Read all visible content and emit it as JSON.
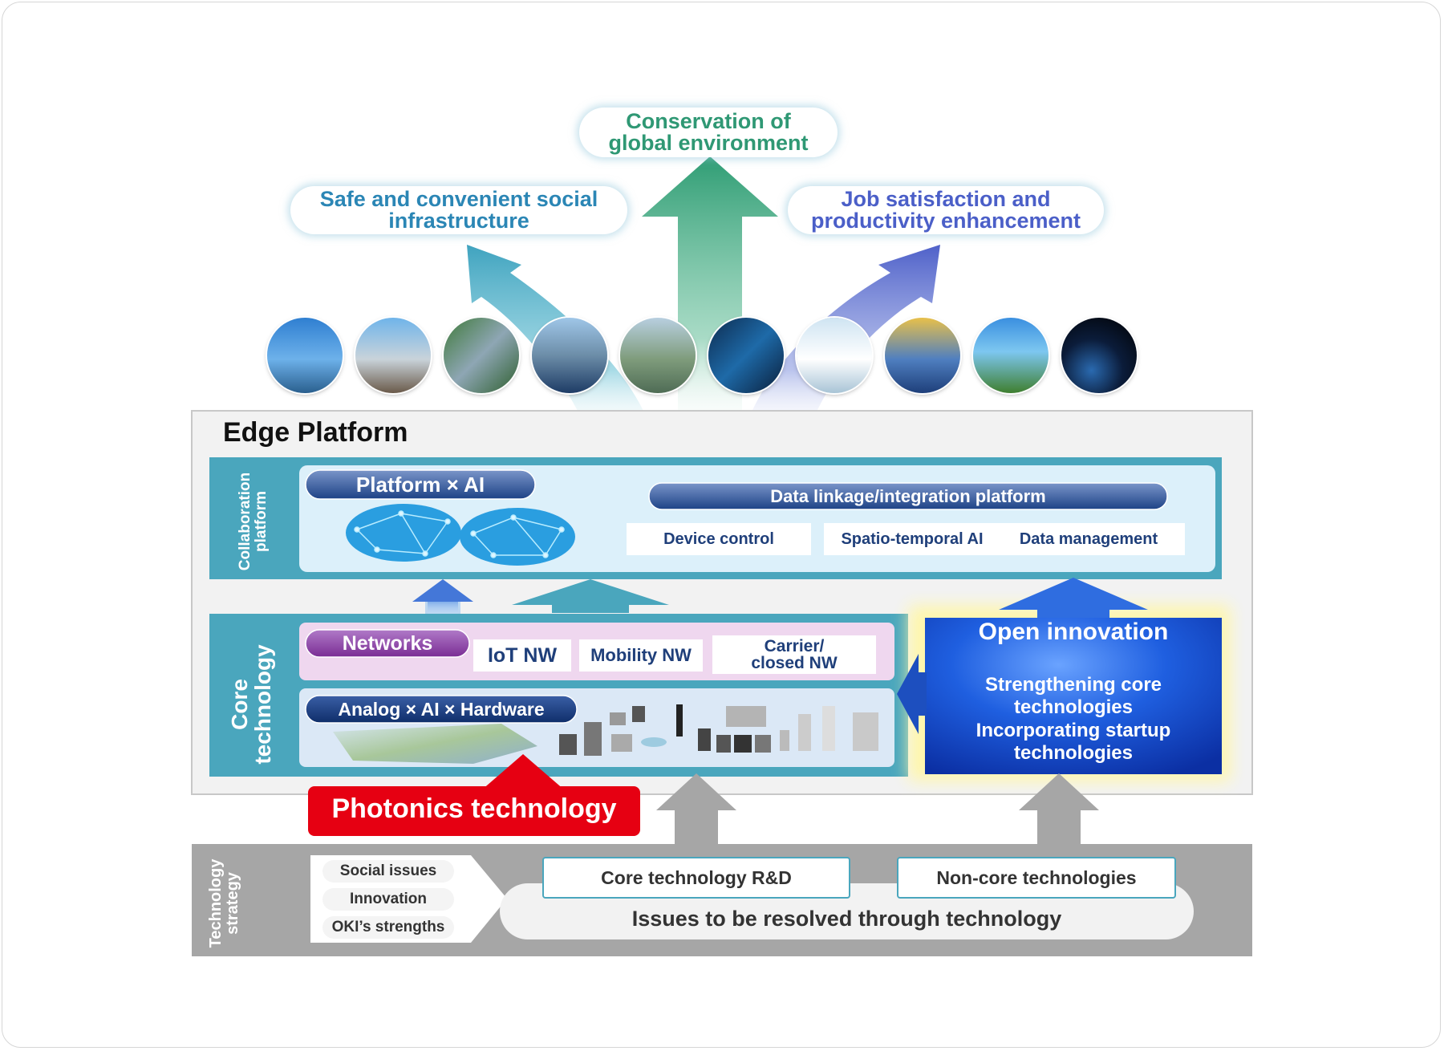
{
  "goals": {
    "left": [
      "Safe and convenient social",
      "infrastructure"
    ],
    "center": [
      "Conservation of",
      "global environment"
    ],
    "right": [
      "Job satisfaction and",
      "productivity enhancement"
    ]
  },
  "edge_platform": {
    "title": "Edge Platform"
  },
  "collaboration": {
    "side_label": [
      "Collaboration",
      "platform"
    ],
    "platform_ai": "Platform × AI",
    "data_linkage": "Data linkage/integration platform",
    "modules": [
      "Device control",
      "Spatio-temporal AI",
      "Data management"
    ]
  },
  "core": {
    "side_label": [
      "Core",
      "technology"
    ],
    "networks": "Networks",
    "nw_items": [
      "IoT NW",
      "Mobility NW",
      "Carrier/ closed NW"
    ],
    "analog": "Analog × AI × Hardware"
  },
  "open_innovation": {
    "title": "Open innovation",
    "lines": [
      "Strengthening core",
      "technologies",
      "Incorporating startup",
      "technologies"
    ]
  },
  "photonics": "Photonics technology",
  "strategy": {
    "side_label": [
      "Technology",
      "strategy"
    ],
    "inputs": [
      "Social issues",
      "Innovation",
      "OKI’s strengths"
    ],
    "core_rd": "Core technology R&D",
    "noncore": "Non-core technologies",
    "issues": "Issues to be resolved through technology"
  },
  "colors": {
    "teal": "#4aa6bd",
    "green": "#3aa37d",
    "blue_purple": "#5c6fce",
    "navy": "#1a3f7e",
    "purple": "#8a3fa0",
    "red": "#e60012",
    "gray": "#a6a6a6"
  },
  "icons": [
    "photo-social-infrastructure",
    "photo-tower",
    "photo-highway",
    "photo-container-ship",
    "photo-city",
    "photo-control-room",
    "photo-researchers",
    "photo-robot-arm",
    "photo-bridge",
    "photo-satellite"
  ]
}
